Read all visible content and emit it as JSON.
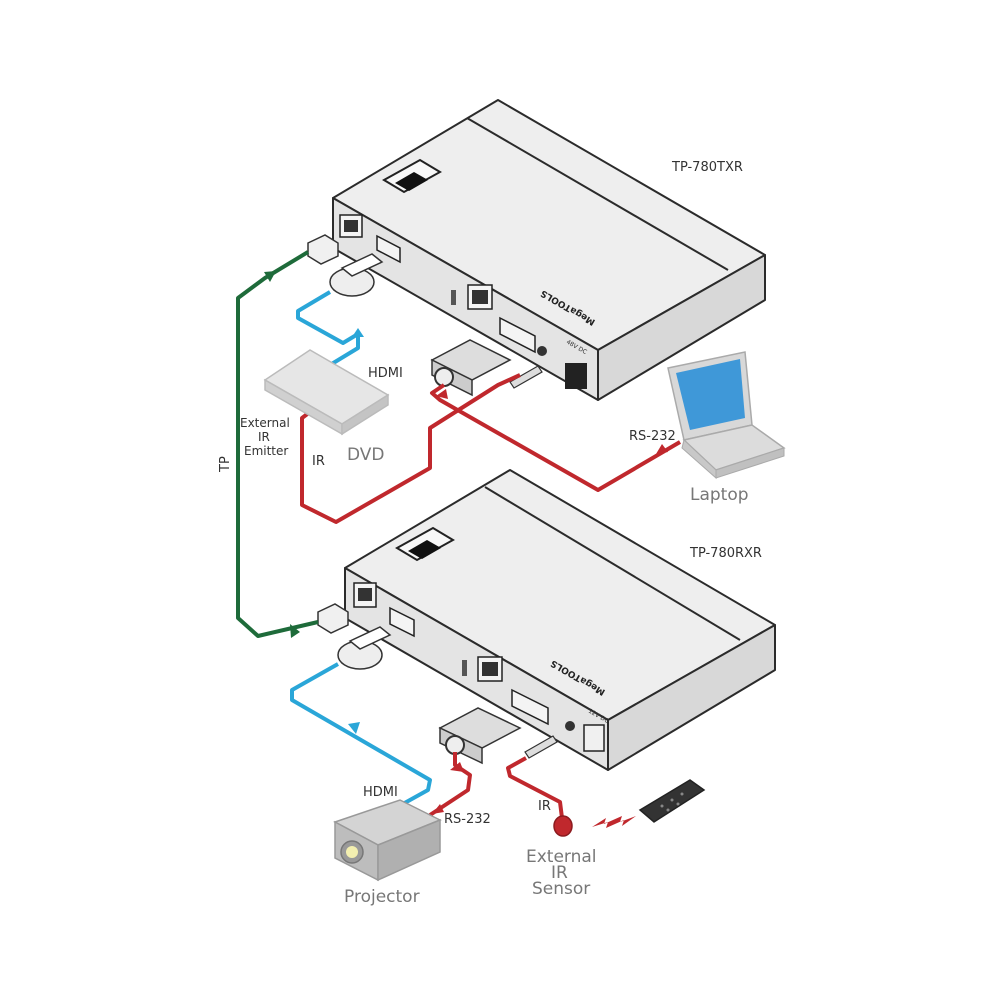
{
  "devices": {
    "transmitter": {
      "model": "TP-780TXR",
      "brand_text": "MegaTOOLS",
      "power_label": "48V DC"
    },
    "receiver": {
      "model": "TP-780RXR",
      "brand_text": "MegaTOOLS",
      "power_label": "12V DC"
    }
  },
  "peripherals": {
    "dvd": "DVD",
    "laptop": "Laptop",
    "projector": "Projector",
    "ir_emitter": "External\nIR\nEmitter",
    "ir_emitter_lines": [
      "External",
      "IR",
      "Emitter"
    ],
    "ir_sensor_lines": [
      "External",
      "IR",
      "Sensor"
    ]
  },
  "connections": {
    "tp": "TP",
    "hdmi_top": "HDMI",
    "ir_top": "IR",
    "rs232_laptop": "RS-232",
    "hdmi_bottom": "HDMI",
    "rs232_projector": "RS-232",
    "ir_bottom": "IR"
  },
  "colors": {
    "tp_cable": "#1e6b3a",
    "hdmi_cable": "#2aa6d8",
    "rs232_ir_cable": "#c0282d"
  }
}
